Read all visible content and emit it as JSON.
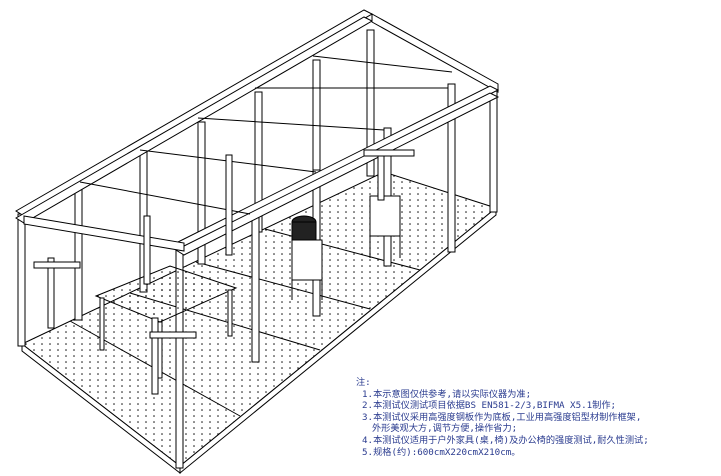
{
  "notes": {
    "title": "注:",
    "items": [
      "1.本示意图仅供参考,请以实际仪器为准;",
      "2.本测试仪测试项目依据BS EN581-2/3,BIFMA X5.1制作;",
      "3.本测试仪采用高强度钢板作为底板,工业用高强度铝型材制作框架,",
      "外形美观大方,调节方便,操作省力;",
      "4.本测试仪适用于户外家具(桌,椅)及办公椅的强度测试,耐久性测试;",
      "5.规格(约):600cmX220cmX210cm。"
    ]
  },
  "colors": {
    "line": "#000000",
    "text": "#2a3b8f",
    "background": "#ffffff"
  }
}
